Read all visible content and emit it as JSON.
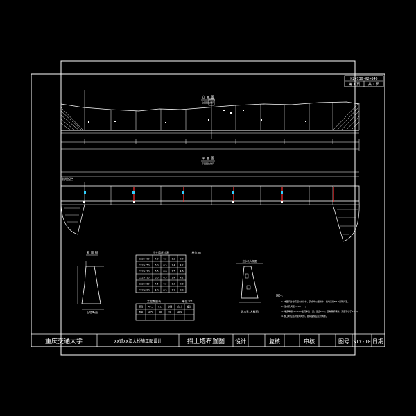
{
  "sheet_info": {
    "code": "K2+730~K2+840",
    "page_no_label": "第 1 页",
    "page_total_label": "共 1 页"
  },
  "elevation_view": {
    "title": "立 面 图",
    "subtitle": "立面图比例尺"
  },
  "plan_view": {
    "title": "平 面 图",
    "subtitle": "平面图比例尺",
    "left_label": "挡墙起点"
  },
  "section_view": {
    "title": "断 面 图",
    "label": "上墙断面"
  },
  "table_main": {
    "caption": "挡土墙尺寸表",
    "unit": "单位:m",
    "rows": [
      [
        "CK2+730",
        "4.0",
        "0.5",
        "1.2",
        "3.3"
      ],
      [
        "CK2+750",
        "5.0",
        "0.5",
        "1.4",
        "4.2"
      ],
      [
        "CK2+770",
        "5.5",
        "0.6",
        "1.5",
        "4.6"
      ],
      [
        "CK2+790",
        "5.0",
        "0.5",
        "1.4",
        "4.2"
      ],
      [
        "CK2+810",
        "4.5",
        "0.5",
        "1.3",
        "3.8"
      ],
      [
        "CK2+830",
        "4.0",
        "0.5",
        "1.2",
        "3.3"
      ]
    ]
  },
  "table_qty": {
    "caption": "工程数量表",
    "unit": "单位:m³",
    "headers": [
      "项目",
      "M7.5",
      "C15",
      "砂砾",
      "合计",
      "备注"
    ],
    "rows": [
      [
        "数量",
        "425",
        "38",
        "26",
        "489",
        ""
      ],
      [
        "",
        "",
        "",
        "",
        "",
        ""
      ]
    ]
  },
  "drain_view": {
    "title": "泄水孔大样图",
    "label": "泄水孔 大样图"
  },
  "notes": {
    "heading": "附注:",
    "lines": [
      "1. 本图尺寸除高程以米计外，其余均以厘米计，挡墙采用M7.5浆砌片石。",
      "2. 泄水孔间距2~3m一个。",
      "3. 墙身每隔10~15m设沉降缝一道，缝宽2cm，沥青麻絮填塞，深度不小于15cm。",
      "4. 施工时应核对现场地形，如有变化应及时调整。"
    ]
  },
  "title_block": {
    "school": "重庆交通大学",
    "project": "xx道xx江大桥施工图设计",
    "drawing_title": "挡土墙布置图",
    "design": "设计",
    "review": "复核",
    "approve": "审核",
    "fig_label": "图号",
    "fig_no": "SIY-10",
    "date_label": "日期"
  },
  "colors": {
    "line": "#ffffff",
    "highlight": "#ff3030",
    "cyan": "#30d0ff",
    "green": "#40ff60"
  }
}
